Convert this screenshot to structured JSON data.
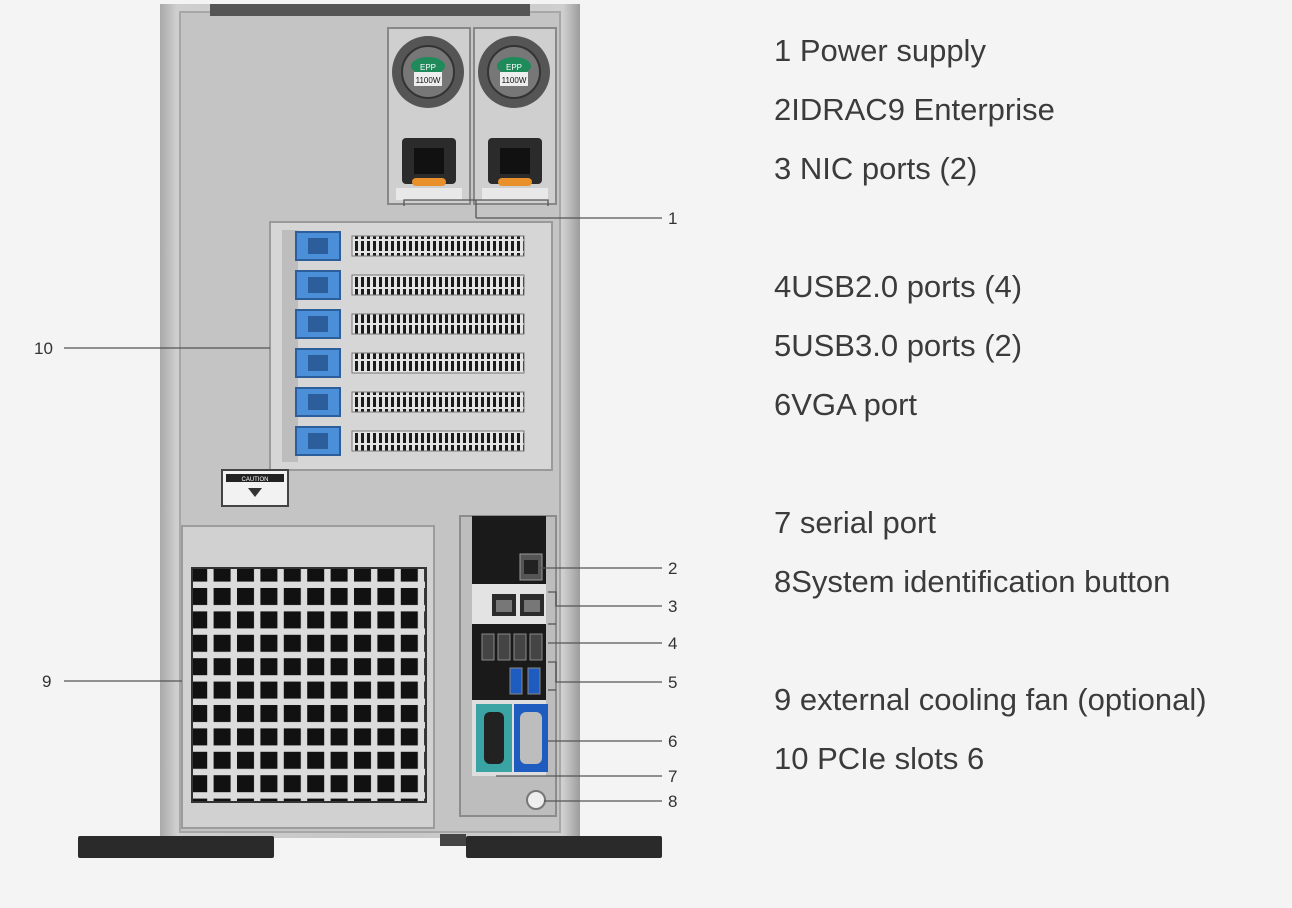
{
  "callouts": {
    "c1": "1",
    "c2": "2",
    "c3": "3",
    "c4": "4",
    "c5": "5",
    "c6": "6",
    "c7": "7",
    "c8": "8",
    "c9": "9",
    "c10": "10"
  },
  "psu": {
    "badge": "EPP",
    "rating": "1100W"
  },
  "caution_label": {
    "title": "CAUTION"
  },
  "legend": [
    "1 Power supply",
    "2IDRAC9 Enterprise",
    "3 NIC ports (2)",
    "4USB2.0 ports (4)",
    "5USB3.0 ports (2)",
    "6VGA port",
    "7 serial port",
    "8System identification button",
    "9 external cooling fan (optional)",
    "10 PCIe slots 6"
  ],
  "colors": {
    "chassis": "#c9c9c9",
    "panel": "#b8b8b8",
    "pcie_latch": "#4a8fd8",
    "serial_port": "#3aa3a3",
    "vga_port": "#1f5cc0",
    "psu_badge": "#1f8a5a",
    "feet": "#2a2a2a"
  }
}
